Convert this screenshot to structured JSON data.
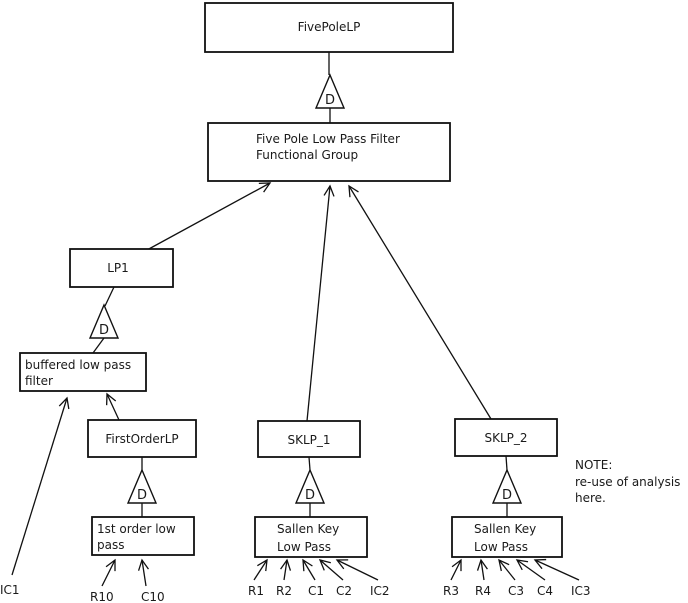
{
  "colors": {
    "background": "#ffffff",
    "line": "#111111",
    "text": "#1a1a1a"
  },
  "diagram": {
    "decomposition_label": "D",
    "root": {
      "label": "FivePoleLP"
    },
    "functional_group": {
      "line1": "Five Pole Low Pass Filter",
      "line2": "Functional Group"
    },
    "lp1": {
      "label": "LP1"
    },
    "buffered": {
      "line1": "buffered low pass",
      "line2": "filter"
    },
    "first_order_lp": {
      "label": "FirstOrderLP"
    },
    "first_order_low_pass": {
      "line1": "1st order low",
      "line2": "pass"
    },
    "sklp1": {
      "label": "SKLP_1"
    },
    "sallen_key_1": {
      "line1": "Sallen Key",
      "line2": "Low Pass"
    },
    "sklp2": {
      "label": "SKLP_2"
    },
    "sallen_key_2": {
      "line1": "Sallen Key",
      "line2": "Low Pass"
    },
    "note": {
      "line1": "NOTE:",
      "line2": "re-use of analysis",
      "line3": "here."
    },
    "components": {
      "ic1": "IC1",
      "r10": "R10",
      "c10": "C10",
      "r1": "R1",
      "r2": "R2",
      "c1": "C1",
      "c2": "C2",
      "ic2": "IC2",
      "r3": "R3",
      "r4": "R4",
      "c3": "C3",
      "c4": "C4",
      "ic3": "IC3"
    }
  }
}
